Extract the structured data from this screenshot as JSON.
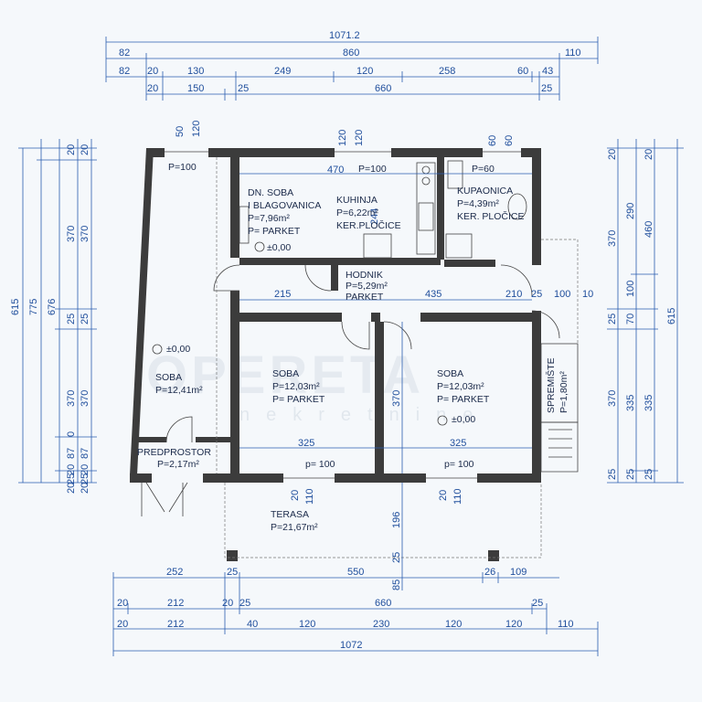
{
  "dims": {
    "top": {
      "r1": [
        "1071.2"
      ],
      "r2": [
        "82",
        "860",
        "110"
      ],
      "r3": [
        "82",
        "20",
        "130",
        "249",
        "120",
        "258",
        "60",
        "43"
      ],
      "r4": [
        "20",
        "150",
        "25",
        "660",
        "25"
      ]
    },
    "bottom": {
      "r1": [
        "252",
        "25",
        "550",
        "26",
        "109"
      ],
      "r2": [
        "20",
        "212",
        "20",
        "25",
        "660",
        "25"
      ],
      "r3": [
        "20",
        "212",
        "40",
        "120",
        "230",
        "120",
        "120",
        "110"
      ],
      "r4": [
        "1072"
      ]
    },
    "left": {
      "c1": [
        "615"
      ],
      "c2": [
        "775"
      ],
      "c3": [
        "676"
      ],
      "c4": [
        "20",
        "370",
        "25",
        "370",
        "0",
        "87",
        "20",
        "25",
        "20"
      ],
      "c5": [
        "20",
        "370",
        "25",
        "370",
        "87",
        "20",
        "25",
        "20"
      ]
    },
    "right": {
      "c1": [
        "370",
        "25",
        "370",
        "25"
      ],
      "c2": [
        "290",
        "100",
        "70",
        "335",
        "25"
      ],
      "c3": [
        "460",
        "335",
        "25"
      ],
      "c4": [
        "615"
      ],
      "c5": [
        "20",
        "20"
      ]
    },
    "inner": {
      "d50": "50",
      "d120a": "120",
      "d120b": "120",
      "d20a": "20",
      "d60a": "60",
      "d60b": "60",
      "d470": "470",
      "d244": "244",
      "d215": "215",
      "d435": "435",
      "d210": "210",
      "d25a": "25",
      "d100a": "100",
      "d10": "10",
      "d370": "370",
      "d325a": "325",
      "d325b": "325",
      "d20b": "20",
      "d110": "110",
      "d20c": "20",
      "d110b": "110",
      "d196": "196",
      "d25b": "25",
      "d85": "85"
    }
  },
  "rooms": {
    "living": {
      "name1": "DN. SOBA",
      "name2": "I BLAGOVANICA",
      "area": "P=7,96m²",
      "floor": "P= PARKET",
      "level": "±0,00"
    },
    "kitchen": {
      "name": "KUHINJA",
      "area": "P=6,22m²",
      "floor": "KER.PLOČICE"
    },
    "bathroom": {
      "name": "KUPAONICA",
      "area": "P=4,39m²",
      "floor": "KER. PLOČICE"
    },
    "hall": {
      "name": "HODNIK",
      "area": "P=5,29m²",
      "floor": "PARKET"
    },
    "room_left": {
      "name": "SOBA",
      "area": "P=12,41m²",
      "level": "±0,00"
    },
    "room_mid": {
      "name": "SOBA",
      "area": "P=12,03m²",
      "floor": "P= PARKET"
    },
    "room_right": {
      "name": "SOBA",
      "area": "P=12,03m²",
      "floor": "P= PARKET",
      "level": "±0,00"
    },
    "storage": {
      "name": "SPREMIŠTE",
      "area": "P=1,80m²"
    },
    "entry": {
      "name": "PREDPROSTOR",
      "area": "P=2,17m²"
    },
    "terrace": {
      "name": "TERASA",
      "area": "P=21,67m²"
    }
  },
  "openings": {
    "w_left": "P=100",
    "w_mid": "P=100",
    "w_bath": "P=60",
    "w_bot_mid": "p= 100",
    "w_bot_right": "p= 100"
  },
  "watermark": {
    "brand": "OPERETA",
    "sub": "nekretnine"
  },
  "colors": {
    "dimension": "#1f4e9c",
    "wall": "#3c3c3c",
    "background": "#f5f8fb"
  }
}
